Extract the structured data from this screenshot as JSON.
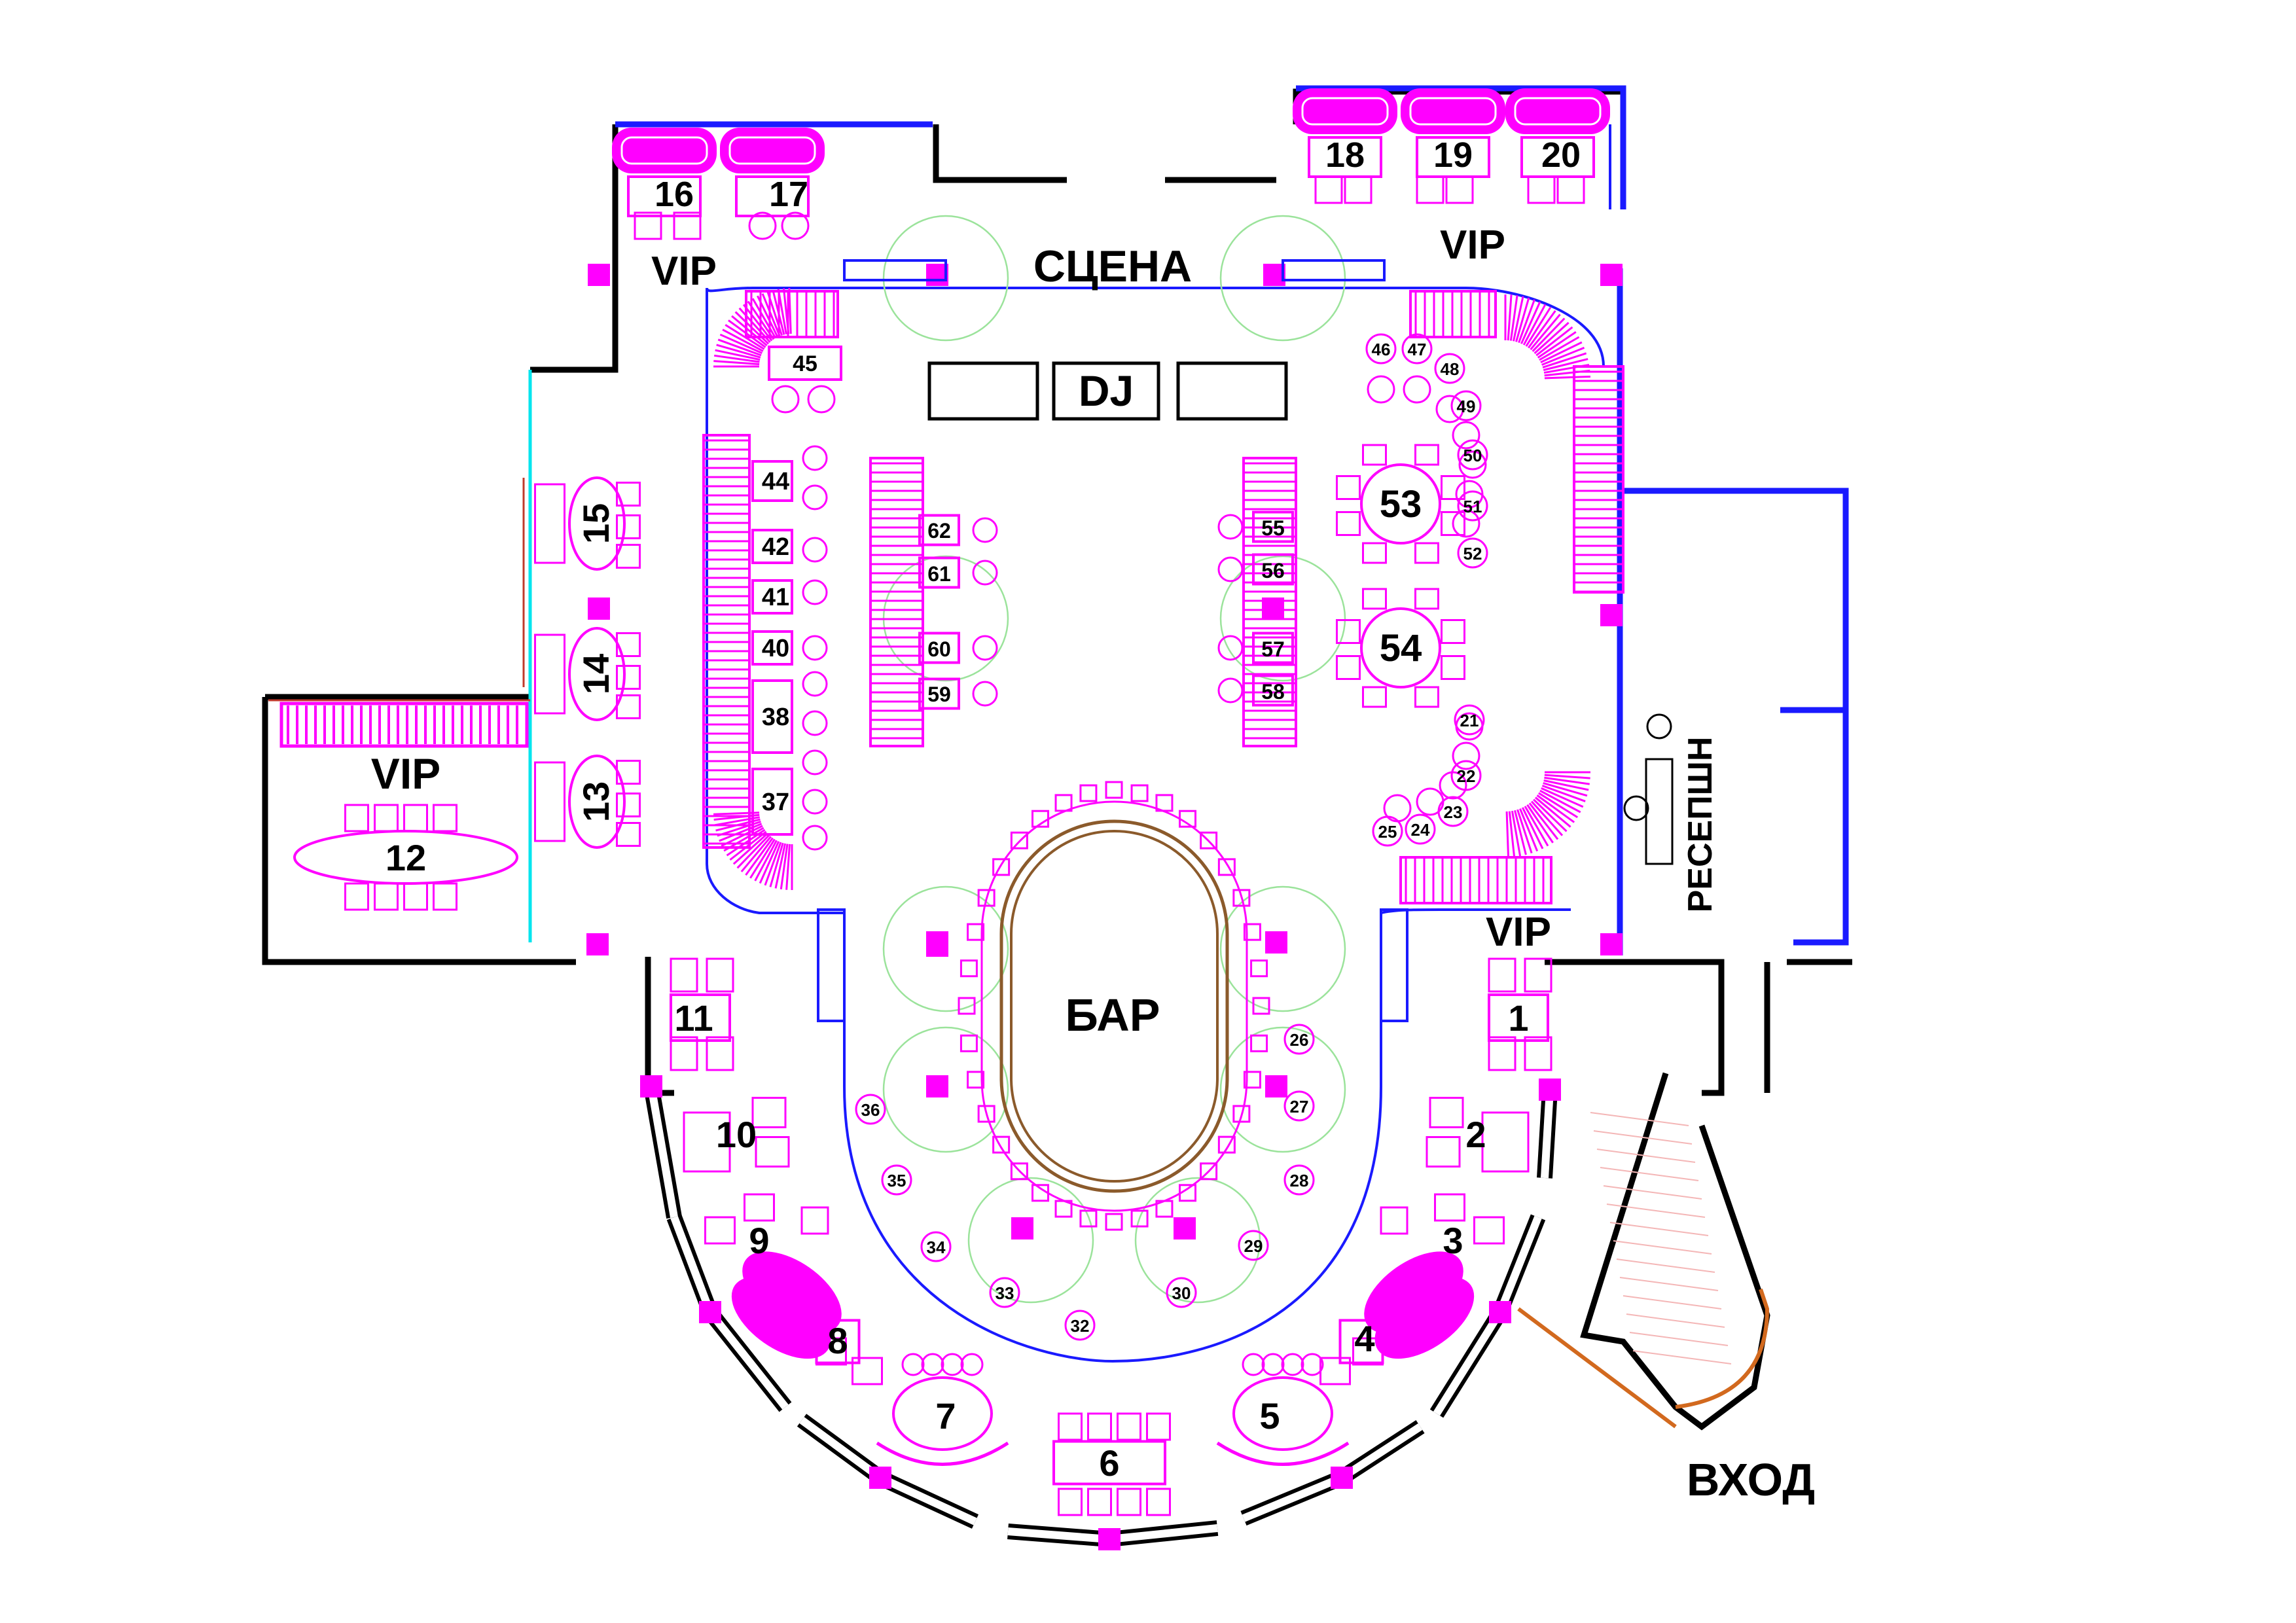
{
  "labels": {
    "stage": "СЦЕНА",
    "dj": "DJ",
    "bar": "БАР",
    "entrance": "ВХОД",
    "reception": "РЕСЕПШН",
    "vip_top_left": "VIP",
    "vip_top_right": "VIP",
    "vip_left": "VIP",
    "vip_right": "VIP"
  },
  "tables": {
    "t1": "1",
    "t2": "2",
    "t3": "3",
    "t4": "4",
    "t5": "5",
    "t6": "6",
    "t7": "7",
    "t8": "8",
    "t9": "9",
    "t10": "10",
    "t11": "11",
    "t12": "12",
    "t13": "13",
    "t14": "14",
    "t15": "15",
    "t16": "16",
    "t17": "17",
    "t18": "18",
    "t19": "19",
    "t20": "20",
    "t37": "37",
    "t38": "38",
    "t40": "40",
    "t41": "41",
    "t42": "42",
    "t44": "44",
    "t45": "45",
    "t53": "53",
    "t54": "54",
    "t55": "55",
    "t56": "56",
    "t57": "57",
    "t58": "58",
    "t59": "59",
    "t60": "60",
    "t61": "61",
    "t62": "62"
  },
  "seats": {
    "s21": "21",
    "s22": "22",
    "s23": "23",
    "s24": "24",
    "s25": "25",
    "s26": "26",
    "s27": "27",
    "s28": "28",
    "s29": "29",
    "s30": "30",
    "s32": "32",
    "s33": "33",
    "s34": "34",
    "s35": "35",
    "s36": "36",
    "s46": "46",
    "s47": "47",
    "s48": "48",
    "s49": "49",
    "s50": "50",
    "s51": "51",
    "s52": "52"
  },
  "colors": {
    "furniture": "#ff00ff",
    "walls": "#000000",
    "glass": "#1a1aff",
    "light": "#9be39b",
    "bar_counter": "#8b5a2b",
    "stairs": "#d2691e",
    "cyan_line": "#00e5ee"
  }
}
